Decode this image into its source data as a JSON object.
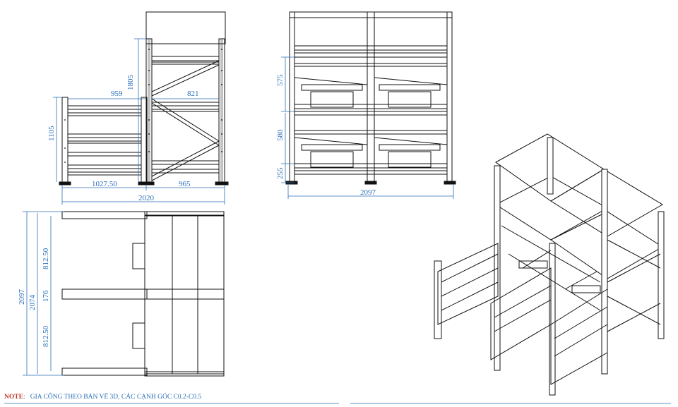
{
  "dimensions": {
    "side_view": {
      "d1805": "1805",
      "d959": "959",
      "d821": "821",
      "d1105": "1105",
      "d1027": "1027.50",
      "d965": "965",
      "d2020": "2020"
    },
    "front_view": {
      "d575": "575",
      "d580": "580",
      "d255": "255",
      "d2097": "2097"
    },
    "top_view": {
      "d2097": "2097",
      "d2074": "2074",
      "d812a": "812.50",
      "d176": "176",
      "d812b": "812.50"
    }
  },
  "note": {
    "label": "NOTE",
    "text": "GIA CÔNG THEO BẢN VẼ 3D, CÁC CẠNH GÓC C0.2-C0.5"
  },
  "colors": {
    "line": "#111111",
    "dimension": "#2a6fb8",
    "note_label": "#c0392b"
  }
}
